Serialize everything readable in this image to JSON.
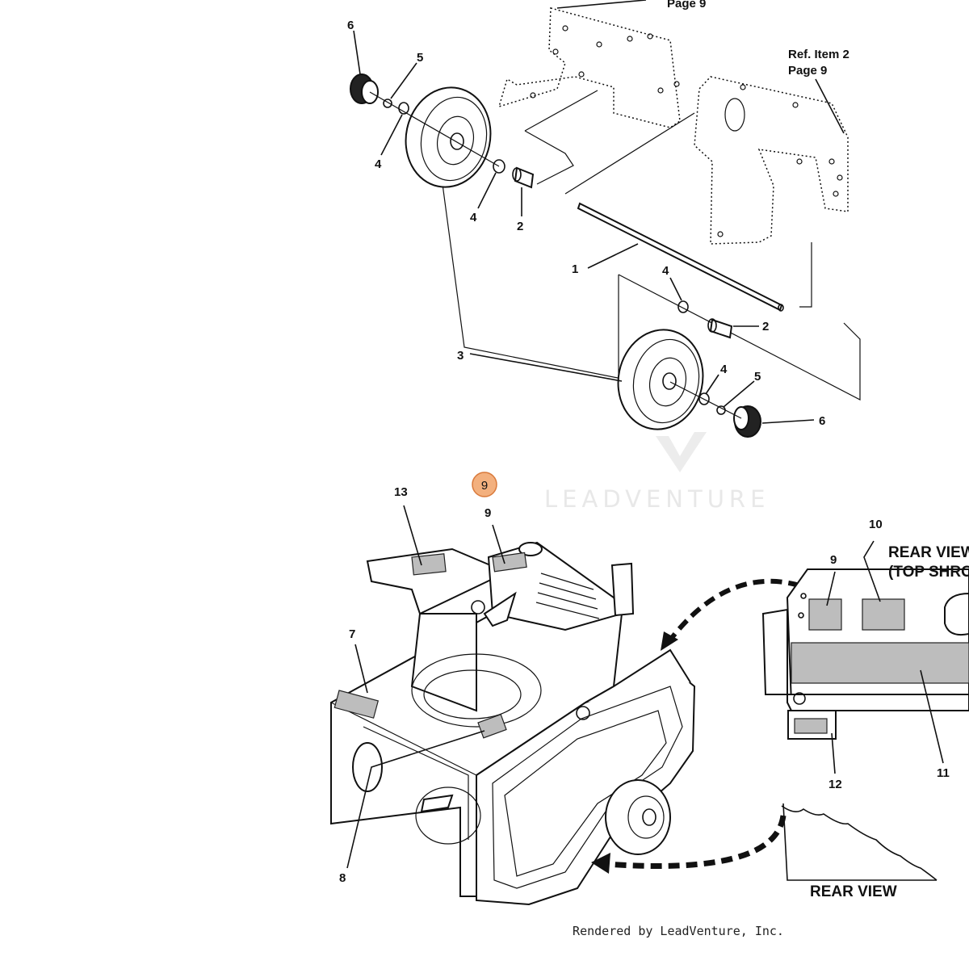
{
  "upper_assembly": {
    "callouts": {
      "page9_top": "Page 9",
      "ref_item": "Ref. Item 2",
      "ref_page": "Page 9",
      "part_1": "1",
      "part_2a": "2",
      "part_2b": "2",
      "part_3": "3",
      "part_4a": "4",
      "part_4b": "4",
      "part_4c": "4",
      "part_4d": "4",
      "part_5a": "5",
      "part_5b": "5",
      "part_6a": "6",
      "part_6b": "6"
    }
  },
  "lower_assembly": {
    "highlight_badge": "9",
    "callouts": {
      "part_13": "13",
      "part_9": "9",
      "part_7": "7",
      "part_8": "8",
      "part_10": "10",
      "part_9_rear": "9",
      "part_11": "11",
      "part_12": "12"
    },
    "rear_view_top_line1": "REAR VIEW",
    "rear_view_top_line2": "(TOP SHROUD)",
    "rear_view_bottom": "REAR VIEW"
  },
  "watermark": {
    "brand": "LEADVENTURE"
  },
  "footer": {
    "text": "Rendered by LeadVenture, Inc."
  },
  "colors": {
    "highlight": "#f3b07e",
    "highlight_border": "#d9793a",
    "decal_shade": "#bdbdbd",
    "ink": "#111111"
  }
}
